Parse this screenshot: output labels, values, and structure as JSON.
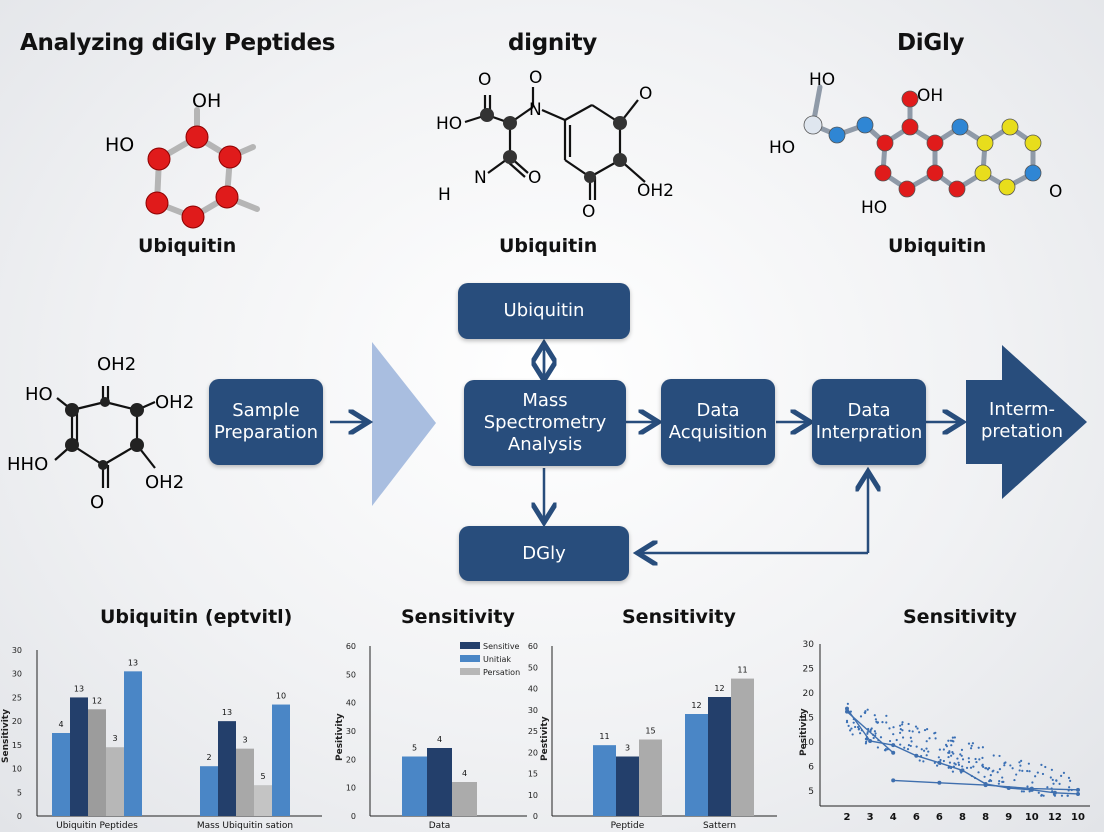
{
  "headers": {
    "left": "Analyzing diGly Peptides",
    "center": "dignity",
    "right": "DiGly"
  },
  "molecules": {
    "m1": {
      "label": "Ubiquitin",
      "atoms": [
        "OH",
        "HO"
      ]
    },
    "m2": {
      "label": "Ubiquitin",
      "atoms": [
        "O",
        "O",
        "N",
        "HO",
        "O",
        "O",
        "OH2",
        "H",
        "N",
        "O"
      ]
    },
    "m3": {
      "label": "Ubiquitin",
      "atoms": [
        "HO",
        "OH",
        "HO",
        "HO",
        "O"
      ]
    },
    "m4": {
      "atoms": [
        "OH2",
        "HO",
        "OH2",
        "HHO",
        "OH2",
        "O"
      ]
    }
  },
  "flow": {
    "top": "Ubiquitin",
    "sample": [
      "Sample",
      "Preparation"
    ],
    "mass": [
      "Mass",
      "Spectrometry",
      "Analysis"
    ],
    "acquisition": [
      "Data",
      "Acquisition"
    ],
    "interpretation": [
      "Data",
      "Interpration"
    ],
    "arrow_box": [
      "Interm-",
      "pretation"
    ],
    "bottom": "DGly"
  },
  "chart_data": [
    {
      "type": "bar",
      "title": "Ubiquitin (eptvitl)",
      "ylabel": "Sensitivity",
      "ylim": [
        0,
        35
      ],
      "yticks": [
        "0",
        "5",
        "10",
        "15",
        "20",
        "25",
        "30",
        "30"
      ],
      "groups": [
        {
          "label": "Ubiquitin Peptides",
          "bars": [
            {
              "value": 17.5,
              "label": "4",
              "color": "#4a86c6"
            },
            {
              "value": 25,
              "label": "13",
              "color": "#233f6b"
            },
            {
              "value": 22.5,
              "label": "12",
              "color": "#9c9c9c"
            },
            {
              "value": 14.5,
              "label": "3",
              "color": "#b7b7b7"
            },
            {
              "value": 30.5,
              "label": "13",
              "color": "#4a86c6"
            }
          ]
        },
        {
          "label": "Mass Ubiquitin sation",
          "bars": [
            {
              "value": 10.5,
              "label": "2",
              "color": "#4a86c6"
            },
            {
              "value": 20,
              "label": "13",
              "color": "#233f6b"
            },
            {
              "value": 14.2,
              "label": "3",
              "color": "#a8a8a8"
            },
            {
              "value": 6.5,
              "label": "5",
              "color": "#c4c4c4"
            },
            {
              "value": 23.5,
              "label": "10",
              "color": "#4a86c6"
            }
          ]
        }
      ]
    },
    {
      "type": "bar",
      "title": "Sensitivity",
      "ylabel": "Pesitivity",
      "ylim": [
        0,
        60
      ],
      "yticks": [
        "0",
        "10",
        "20",
        "30",
        "40",
        "50",
        "60"
      ],
      "legend": [
        "Sensitive",
        "Unitiak",
        "Persation"
      ],
      "legend_colors": [
        "#233f6b",
        "#4a86c6",
        "#b7b7b7"
      ],
      "groups": [
        {
          "label": "Data",
          "bars": [
            {
              "value": 21,
              "label": "5",
              "color": "#4a86c6"
            },
            {
              "value": 24,
              "label": "4",
              "color": "#233f6b"
            },
            {
              "value": 12,
              "label": "4",
              "color": "#ababab"
            }
          ]
        }
      ]
    },
    {
      "type": "bar",
      "title": "Sensitivity",
      "ylabel": "Pestivity",
      "ylim": [
        0,
        60
      ],
      "yticks": [
        "0",
        "10",
        "15",
        "20",
        "25",
        "30",
        "40",
        "50",
        "60"
      ],
      "groups": [
        {
          "label": "Peptide",
          "bars": [
            {
              "value": 25,
              "label": "11",
              "color": "#4a86c6"
            },
            {
              "value": 21,
              "label": "3",
              "color": "#233f6b"
            },
            {
              "value": 27,
              "label": "15",
              "color": "#ababab"
            }
          ]
        },
        {
          "label": "Sattern",
          "bars": [
            {
              "value": 36,
              "label": "12",
              "color": "#4a86c6"
            },
            {
              "value": 42,
              "label": "12",
              "color": "#233f6b"
            },
            {
              "value": 48.5,
              "label": "11",
              "color": "#ababab"
            }
          ]
        }
      ]
    },
    {
      "type": "scatter",
      "title": "Sensitivity",
      "ylabel": "Pesitivity",
      "xticks": [
        "2",
        "3",
        "4",
        "6",
        "6",
        "8",
        "8",
        "9",
        "10",
        "12",
        "10"
      ],
      "yticks": [
        "5",
        "6",
        "10",
        "15",
        "20",
        "25",
        "30"
      ],
      "lines": [
        [
          [
            2,
            19
          ],
          [
            3,
            13.5
          ],
          [
            4,
            12.8
          ],
          [
            5,
            11
          ],
          [
            6,
            9.8
          ],
          [
            7,
            8.5
          ],
          [
            8,
            6.2
          ],
          [
            9,
            5.5
          ],
          [
            10,
            5.2
          ],
          [
            11,
            4.7
          ],
          [
            12,
            4.5
          ]
        ],
        [
          [
            4,
            6.8
          ],
          [
            6,
            6.4
          ],
          [
            8,
            6
          ],
          [
            10,
            5.4
          ],
          [
            12,
            5.2
          ]
        ],
        [
          [
            2,
            18.5
          ],
          [
            4,
            11.5
          ]
        ]
      ]
    }
  ]
}
